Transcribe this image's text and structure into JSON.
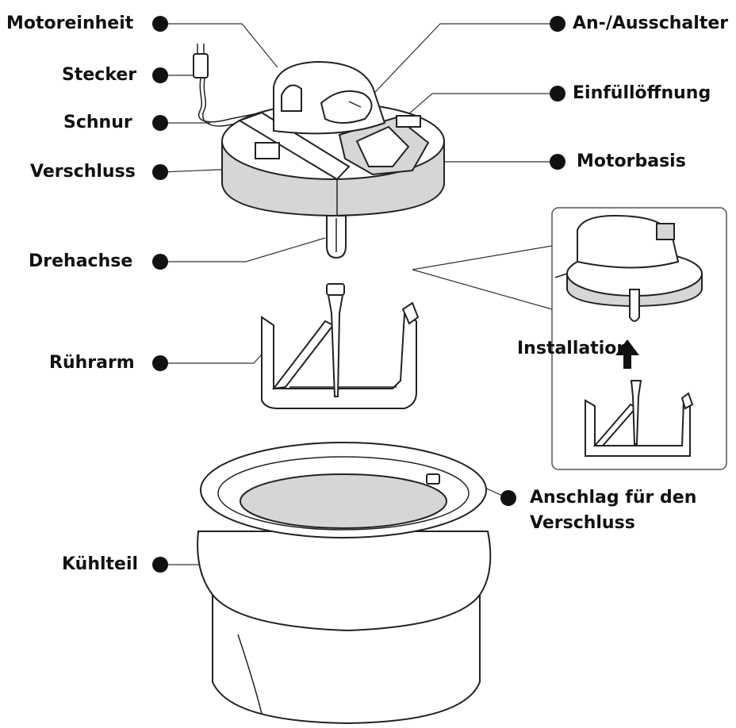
{
  "labels": {
    "motor_unit": "Motoreinheit",
    "plug": "Stecker",
    "cord": "Schnur",
    "lock": "Verschluss",
    "switch": "An-/Ausschalter",
    "filling_opening": "Einfüllöffnung",
    "motor_base": "Motorbasis",
    "axle": "Drehachse",
    "paddle": "Rührarm",
    "installation": "Installation",
    "lock_stop_line1": "Anschlag für den",
    "lock_stop_line2": "Verschluss",
    "cooling_bowl": "Kühlteil"
  }
}
